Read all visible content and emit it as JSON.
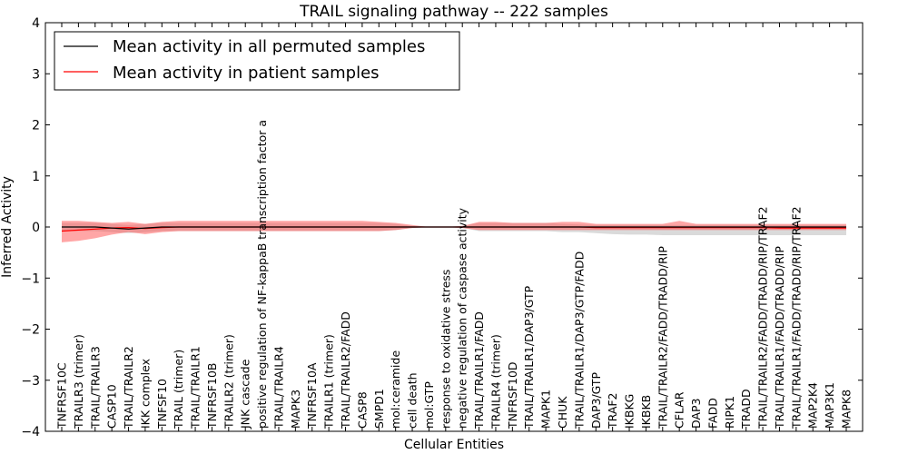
{
  "chart_data": {
    "type": "line",
    "title": "TRAIL signaling pathway -- 222 samples",
    "xlabel": "Cellular Entities",
    "ylabel": "Inferred Activity",
    "ylim": [
      -4,
      4
    ],
    "yticks": [
      "4",
      "3",
      "2",
      "1",
      "0",
      "−1",
      "−2",
      "−3",
      "−4"
    ],
    "grid": false,
    "legend_position": "top-left",
    "categories": [
      "TNFRSF10C",
      "TRAILR3 (trimer)",
      "TRAIL/TRAILR3",
      "CASP10",
      "TRAIL/TRAILR2",
      "IKK complex",
      "TNFSF10",
      "TRAIL (trimer)",
      "TRAIL/TRAILR1",
      "TNFRSF10B",
      "TRAILR2 (trimer)",
      "JNK cascade",
      "positive regulation of NF-kappaB transcription factor a",
      "TRAIL/TRAILR4",
      "MAPK3",
      "TNFRSF10A",
      "TRAILR1 (trimer)",
      "TRAIL/TRAILR2/FADD",
      "CASP8",
      "SMPD1",
      "mol:ceramide",
      "cell death",
      "mol:GTP",
      "response to oxidative stress",
      "negative regulation of caspase activity",
      "TRAIL/TRAILR1/FADD",
      "TRAILR4 (trimer)",
      "TNFRSF10D",
      "TRAIL/TRAILR1/DAP3/GTP",
      "MAPK1",
      "CHUK",
      "TRAIL/TRAILR1/DAP3/GTP/FADD",
      "DAP3/GTP",
      "TRAF2",
      "IKBKG",
      "IKBKB",
      "TRAIL/TRAILR2/FADD/TRADD/RIP",
      "CFLAR",
      "DAP3",
      "FADD",
      "RIPK1",
      "TRADD",
      "TRAIL/TRAILR2/FADD/TRADD/RIP/TRAF2",
      "TRAIL/TRAILR1/FADD/TRADD/RIP",
      "TRAIL/TRAILR1/FADD/TRADD/RIP/TRAF2",
      "MAP2K4",
      "MAP3K1",
      "MAPK8"
    ],
    "series": [
      {
        "name": "Mean activity in all permuted samples",
        "color": "#000000",
        "values": [
          0.0,
          0.0,
          0.0,
          -0.02,
          -0.04,
          -0.02,
          0.0,
          0.0,
          0.0,
          0.0,
          0.0,
          0.0,
          0.0,
          0.0,
          0.0,
          0.0,
          0.0,
          0.0,
          0.0,
          0.0,
          0.0,
          0.0,
          0.0,
          0.0,
          0.0,
          0.0,
          0.0,
          0.0,
          0.0,
          0.0,
          0.0,
          0.0,
          0.0,
          0.0,
          0.0,
          0.0,
          0.0,
          0.0,
          0.0,
          0.0,
          0.0,
          0.0,
          0.0,
          0.0,
          0.0,
          0.0,
          0.0,
          0.0
        ],
        "lower": [
          -0.08,
          -0.08,
          -0.08,
          -0.1,
          -0.12,
          -0.1,
          -0.08,
          -0.08,
          -0.08,
          -0.08,
          -0.08,
          -0.08,
          -0.08,
          -0.08,
          -0.08,
          -0.08,
          -0.08,
          -0.08,
          -0.08,
          -0.08,
          -0.06,
          -0.02,
          0.0,
          0.0,
          -0.02,
          -0.08,
          -0.08,
          -0.08,
          -0.08,
          -0.08,
          -0.1,
          -0.1,
          -0.12,
          -0.14,
          -0.15,
          -0.15,
          -0.16,
          -0.16,
          -0.16,
          -0.16,
          -0.16,
          -0.16,
          -0.16,
          -0.16,
          -0.16,
          -0.16,
          -0.16,
          -0.16
        ],
        "upper": [
          0.08,
          0.08,
          0.08,
          0.06,
          0.04,
          0.06,
          0.08,
          0.08,
          0.08,
          0.08,
          0.08,
          0.08,
          0.08,
          0.08,
          0.08,
          0.08,
          0.08,
          0.08,
          0.08,
          0.08,
          0.06,
          0.02,
          0.0,
          0.0,
          0.02,
          0.08,
          0.08,
          0.08,
          0.08,
          0.08,
          0.06,
          0.05,
          0.04,
          0.04,
          0.04,
          0.04,
          0.04,
          0.04,
          0.04,
          0.04,
          0.04,
          0.04,
          0.04,
          0.04,
          0.04,
          0.04,
          0.04,
          0.04
        ]
      },
      {
        "name": "Mean activity in patient samples",
        "color": "#ff0000",
        "band_color": "#ff4d4d",
        "values": [
          -0.08,
          -0.06,
          -0.04,
          -0.02,
          -0.01,
          -0.03,
          -0.01,
          0.0,
          0.0,
          0.0,
          0.0,
          0.0,
          0.0,
          0.0,
          0.0,
          0.0,
          0.0,
          0.0,
          0.0,
          0.0,
          0.0,
          0.0,
          0.0,
          0.0,
          0.0,
          0.0,
          0.0,
          0.0,
          0.0,
          0.0,
          0.0,
          0.0,
          -0.01,
          -0.01,
          -0.01,
          -0.01,
          -0.01,
          -0.01,
          -0.01,
          -0.01,
          -0.01,
          -0.01,
          -0.01,
          -0.02,
          -0.02,
          -0.02,
          -0.02,
          -0.02
        ],
        "lower": [
          -0.3,
          -0.27,
          -0.22,
          -0.15,
          -0.1,
          -0.14,
          -0.1,
          -0.08,
          -0.08,
          -0.08,
          -0.08,
          -0.08,
          -0.08,
          -0.08,
          -0.08,
          -0.08,
          -0.08,
          -0.08,
          -0.08,
          -0.08,
          -0.06,
          -0.02,
          0.0,
          0.0,
          -0.02,
          -0.06,
          -0.06,
          -0.06,
          -0.06,
          -0.06,
          -0.06,
          -0.06,
          -0.06,
          -0.06,
          -0.06,
          -0.06,
          -0.06,
          -0.06,
          -0.06,
          -0.06,
          -0.06,
          -0.06,
          -0.06,
          -0.06,
          -0.06,
          -0.06,
          -0.06,
          -0.06
        ],
        "upper": [
          0.12,
          0.12,
          0.1,
          0.08,
          0.1,
          0.06,
          0.1,
          0.12,
          0.12,
          0.12,
          0.12,
          0.12,
          0.12,
          0.12,
          0.12,
          0.12,
          0.12,
          0.12,
          0.12,
          0.1,
          0.08,
          0.04,
          0.0,
          0.0,
          0.02,
          0.1,
          0.1,
          0.08,
          0.08,
          0.08,
          0.1,
          0.1,
          0.06,
          0.06,
          0.06,
          0.06,
          0.06,
          0.12,
          0.06,
          0.06,
          0.06,
          0.06,
          0.06,
          0.06,
          0.06,
          0.06,
          0.06,
          0.06
        ]
      }
    ]
  }
}
